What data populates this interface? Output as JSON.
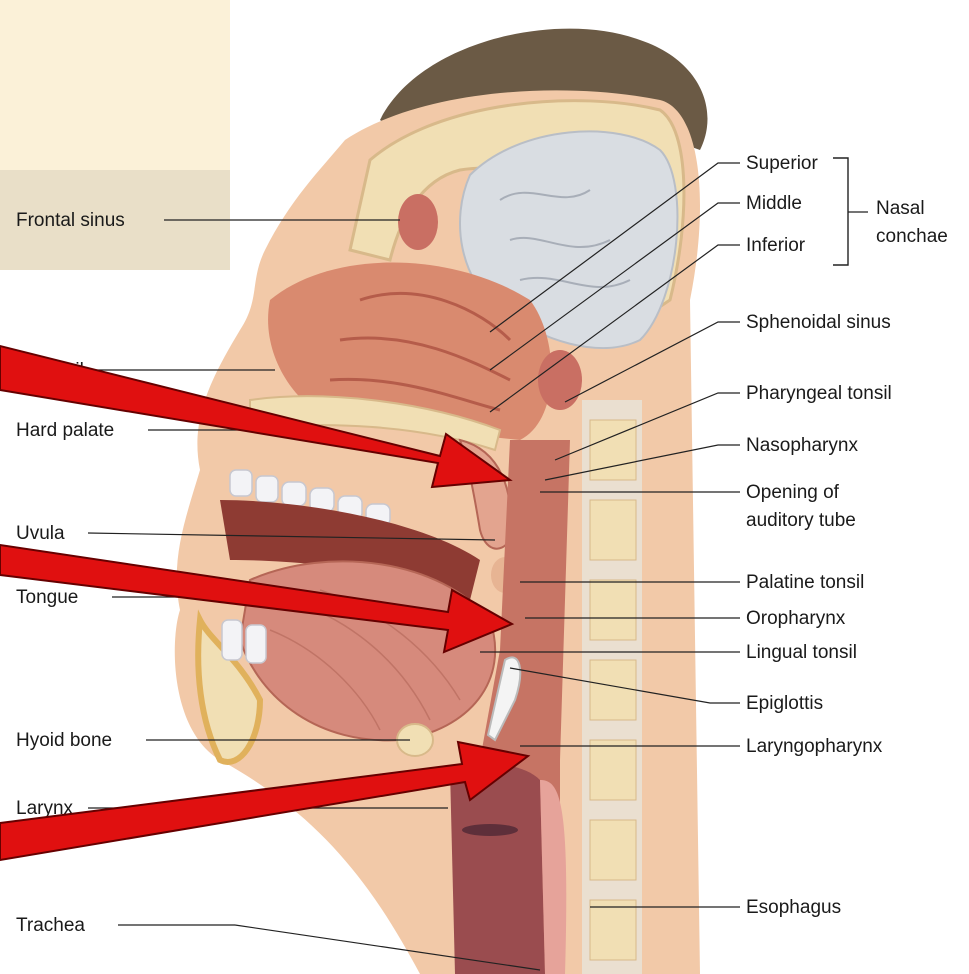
{
  "labels": {
    "frontal_sinus": "Frontal sinus",
    "nostril": "Nostril",
    "hard_palate": "Hard palate",
    "uvula": "Uvula",
    "tongue": "Tongue",
    "hyoid_bone": "Hyoid bone",
    "larynx": "Larynx",
    "trachea": "Trachea",
    "superior": "Superior",
    "middle": "Middle",
    "inferior": "Inferior",
    "nasal": "Nasal",
    "conchae": "conchae",
    "sphenoidal_sinus": "Sphenoidal sinus",
    "pharyngeal_tonsil": "Pharyngeal tonsil",
    "nasopharynx": "Nasopharynx",
    "opening_line1": "Opening of",
    "opening_line2": "auditory tube",
    "palatine_tonsil": "Palatine tonsil",
    "oropharynx": "Oropharynx",
    "lingual_tonsil": "Lingual tonsil",
    "epiglottis": "Epiglottis",
    "laryngopharynx": "Laryngopharynx",
    "esophagus": "Esophagus"
  },
  "colors": {
    "arrow": "#e01010",
    "skin": "#f2c9a8",
    "muscle": "#c96f63",
    "bone": "#f1dfb4",
    "brain": "#d9dde2",
    "hair": "#6b5a45"
  }
}
